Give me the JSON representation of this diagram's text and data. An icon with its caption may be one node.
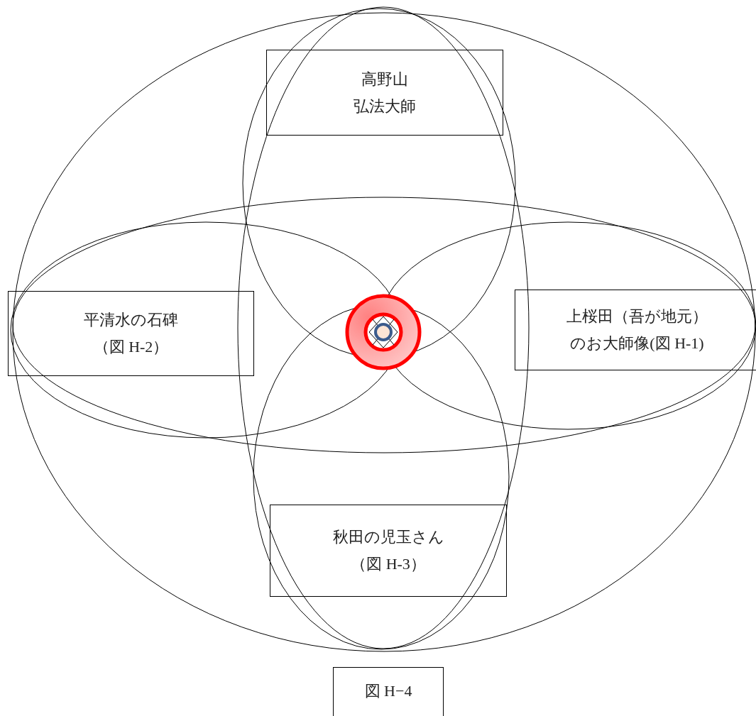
{
  "diagram": {
    "caption": "図 H−4",
    "nodes": [
      {
        "text": [
          "高野山",
          "弘法大師"
        ]
      },
      {
        "text": [
          "平清水の石碑",
          "（図 H-2）"
        ]
      },
      {
        "text": [
          "上桜田（吾が地元）",
          "のお大師像(図 H-1)"
        ]
      },
      {
        "text": [
          "秋田の児玉さん",
          "（図 H-3）"
        ]
      }
    ],
    "edges": []
  }
}
